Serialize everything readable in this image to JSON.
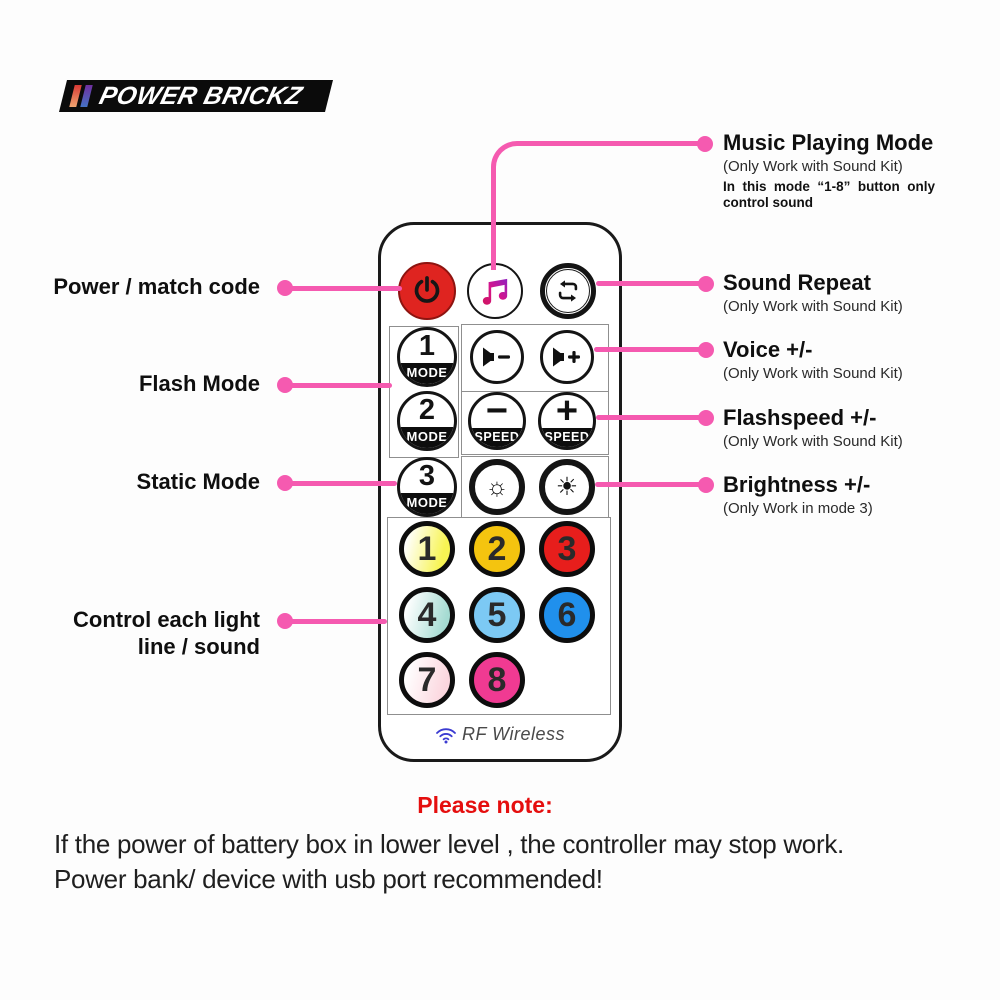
{
  "colors": {
    "accent_pink": "#f55ab0",
    "power_red": "#df2420",
    "note_red": "#e50e0e",
    "wifi_blue": "#3b3bd1"
  },
  "logo": {
    "text": "POWER BRICKZ"
  },
  "callouts_left": [
    {
      "label": "Power / match code"
    },
    {
      "label": "Flash Mode"
    },
    {
      "label": "Static Mode"
    },
    {
      "label_line1": "Control each light",
      "label_line2": "line / sound"
    }
  ],
  "callouts_right": [
    {
      "title": "Music Playing Mode",
      "sub": "(Only Work with Sound Kit)",
      "extra1": "In this mode “1-8” button only",
      "extra2": "control sound"
    },
    {
      "title": "Sound Repeat",
      "sub": "(Only Work with Sound Kit)"
    },
    {
      "title": "Voice +/-",
      "sub": "(Only Work with Sound Kit)"
    },
    {
      "title": "Flashspeed +/-",
      "sub": "(Only Work with Sound Kit)"
    },
    {
      "title": "Brightness +/-",
      "sub": "(Only Work in mode 3)"
    }
  ],
  "remote": {
    "mode1": {
      "number": "1",
      "label": "MODE"
    },
    "mode2": {
      "number": "2",
      "label": "MODE"
    },
    "mode3": {
      "number": "3",
      "label": "MODE"
    },
    "speed_minus": {
      "sign": "−",
      "label": "SPEED"
    },
    "speed_plus": {
      "sign": "+",
      "label": "SPEED"
    },
    "brightness_minus_icon": "☼",
    "brightness_plus_icon": "☀",
    "numbers": [
      {
        "label": "1",
        "bg": "linear-gradient(105deg,#ffffff 10%,#f7f453 80%)"
      },
      {
        "label": "2",
        "bg": "#f4c40f"
      },
      {
        "label": "3",
        "bg": "#e71e1c"
      },
      {
        "label": "4",
        "bg": "linear-gradient(105deg,#ffffff 10%,#a5dbd2 85%)"
      },
      {
        "label": "5",
        "bg": "#7cc9f4"
      },
      {
        "label": "6",
        "bg": "#2090ec"
      },
      {
        "label": "7",
        "bg": "linear-gradient(105deg,#ffffff 10%,#fbd6de 85%)"
      },
      {
        "label": "8",
        "bg": "#f03a92"
      }
    ],
    "footer": "RF Wireless"
  },
  "note": {
    "heading": "Please note:",
    "line1": "If the power of battery box in lower level , the controller may stop work.",
    "line2": "Power bank/ device with usb port recommended!"
  }
}
